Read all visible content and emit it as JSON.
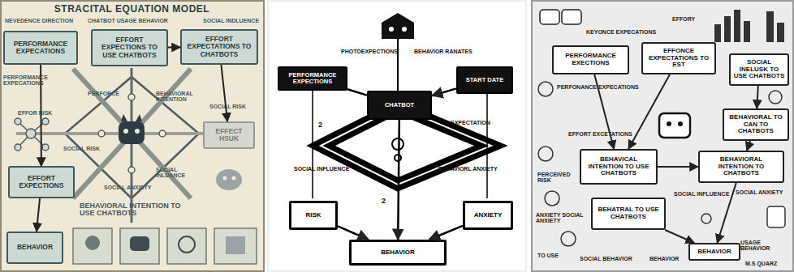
{
  "diagram": {
    "title": "STRACITAL EQUATION MODEL",
    "nodes": [
      {
        "text": [
          "PERFORMANCE EXPECATIONS"
        ]
      },
      {
        "text": [
          "EFFORT EXPECTIONS TO USE CHATBOTS"
        ]
      },
      {
        "text": [
          "EFFORT EXPECTATIONS TO CHATBOTS"
        ]
      },
      {
        "text": [
          "EFFECT HSUK"
        ]
      },
      {
        "text": [
          "EFFORT EXPECTIONS"
        ]
      },
      {
        "text": [
          "BEHAVIOR"
        ]
      },
      {
        "text": [
          "PERFORMANCE EXPECTIONS"
        ]
      },
      {
        "text": [
          "START DATE"
        ]
      },
      {
        "text": [
          "CHATBOT"
        ]
      },
      {
        "text": [
          "RISK"
        ]
      },
      {
        "text": [
          "ANXIETY"
        ]
      },
      {
        "text": [
          "BEHAVIOR"
        ]
      },
      {
        "text": [
          "PERFORMANCE EXECTIONS"
        ]
      },
      {
        "text": [
          "EFFONCE EXPECTATIONS TO EST"
        ]
      },
      {
        "text": [
          "SOCIAL INELUSK TO USE CHATBOTS"
        ]
      },
      {
        "text": [
          "BEHAVIORAL TO CAN TO CHATBOTS"
        ]
      },
      {
        "text": [
          "BEHAVICAL INTENTION TO USE CHATBOTS"
        ]
      },
      {
        "text": [
          "BEHAVIORAL INTENTION TO CHATBOTS"
        ]
      },
      {
        "text": [
          "BEHATRAL TO USE CHATBOTS"
        ]
      },
      {
        "text": [
          "BEHAVIOR"
        ]
      }
    ],
    "edges": [
      {
        "from": 0,
        "to": 4,
        "arrow": "to"
      },
      {
        "from": 2,
        "to": 3,
        "arrow": "to"
      },
      {
        "from": 4,
        "to": 5,
        "arrow": "to"
      },
      {
        "from": 1,
        "to": 2,
        "arrow": "to"
      },
      {
        "from": 7,
        "to": 8,
        "arrow": "to"
      },
      {
        "from": 6,
        "to": 8,
        "arrow": "none"
      },
      {
        "from": 8,
        "to": 11,
        "arrow": "to"
      },
      {
        "from": 9,
        "to": 11,
        "arrow": "to"
      },
      {
        "from": 10,
        "to": 11,
        "arrow": "to"
      },
      {
        "from": 12,
        "to": 16,
        "arrow": "to"
      },
      {
        "from": 13,
        "to": 16,
        "arrow": "to"
      },
      {
        "from": 14,
        "to": 15,
        "arrow": "to"
      },
      {
        "from": 15,
        "to": 17,
        "arrow": "to"
      },
      {
        "from": 16,
        "to": 17,
        "arrow": "to"
      },
      {
        "from": 18,
        "to": 19,
        "arrow": "to"
      },
      {
        "from": 17,
        "to": 19,
        "arrow": "to"
      }
    ],
    "labels": [
      "NEVEDENCE DIRECTION",
      "CHATBOT USAGE BEHAVIOR",
      "SOCIAL INDLUENCE",
      "PERFORMANCE EXPECATIONS",
      "PERFORCE",
      "BEHAVIORAL INTENTION",
      "SOCIAL RISK",
      "EFFOR RISK",
      "SOCIAL RISK",
      "SOCIAL INLUANCE",
      "SOCIAL ANXIETY",
      "BEHAVIORAL INTENTION TO USE CHATBOTS",
      "PHOTOEXPECTIONS",
      "BEHAVIOR RANATES",
      "SOCIAL INFLUENCE",
      "BEHAVIORL ANXIETY",
      "2",
      "2",
      "EXPECTATION",
      "KEYONCE EXPECATIONS",
      "EFFORY",
      "PERFONANCE EXPECATIONS",
      "EFFORT EXCETATIONS",
      "PERCEIVED RISK",
      "SOCIAL INFLUENCE",
      "SOCIAL ANXIETY",
      "ANXIETY SOCIAL ANXIETY",
      "TO USE",
      "SOCIAL BEHAVIOR",
      "BEHAVIOR",
      "USAGE BEHAVIOR",
      "M.S QUARZ"
    ]
  }
}
